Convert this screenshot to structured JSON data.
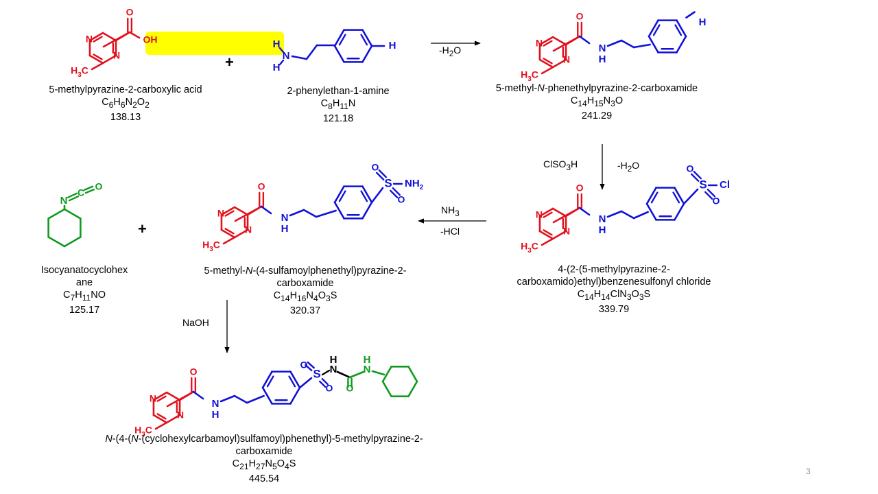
{
  "colors": {
    "red": "#e3101c",
    "blue": "#1010d8",
    "green": "#0e9a1e",
    "highlight": "#ffff00",
    "black": "#000000"
  },
  "compounds": {
    "c1": {
      "name": "5-methylpyrazine-2-carboxylic acid",
      "formula": "C<sub>6</sub>H<sub>6</sub>N<sub>2</sub>O<sub>2</sub>",
      "mw": "138.13"
    },
    "c2": {
      "name": "2-phenylethan-1-amine",
      "formula": "C<sub>8</sub>H<sub>11</sub>N",
      "mw": "121.18"
    },
    "c3": {
      "name": "5-methyl-<i>N</i>-phenethylpyrazine-2-carboxamide",
      "formula": "C<sub>14</sub>H<sub>15</sub>N<sub>3</sub>O",
      "mw": "241.29"
    },
    "c4": {
      "name_line1": "4-(2-(5-methylpyrazine-2-",
      "name_line2": "carboxamido)ethyl)benzenesulfonyl chloride",
      "formula": "C<sub>14</sub>H<sub>14</sub>ClN<sub>3</sub>O<sub>3</sub>S",
      "mw": "339.79"
    },
    "c5": {
      "name_line1": "5-methyl-<i>N</i>-(4-sulfamoylphenethyl)pyrazine-2-",
      "name_line2": "carboxamide",
      "formula": "C<sub>14</sub>H<sub>16</sub>N<sub>4</sub>O<sub>3</sub>S",
      "mw": "320.37"
    },
    "c6": {
      "name_line1": "Isocyanatocyclohex",
      "name_line2": "ane",
      "formula": "C<sub>7</sub>H<sub>11</sub>NO",
      "mw": "125.17"
    },
    "c7": {
      "name_line1": "<i>N</i>-(4-(<i>N</i>-(cyclohexylcarbamoyl)sulfamoyl)phenethyl)-5-methylpyrazine-2-",
      "name_line2": "carboxamide",
      "formula": "C<sub>21</sub>H<sub>27</sub>N<sub>5</sub>O<sub>4</sub>S",
      "mw": "445.54"
    }
  },
  "conditions": {
    "step1": "-H<sub>2</sub>O",
    "step2_reagent": "ClSO<sub>3</sub>H",
    "step2_byproduct": "-H<sub>2</sub>O",
    "step3_reagent": "NH<sub>3</sub>",
    "step3_byproduct": "-HCl",
    "step4_reagent": "NaOH"
  },
  "atom_labels": {
    "h3c": "H<tspan baseline-shift=\"sub\" font-size=\"10\">3</tspan>C",
    "n": "N",
    "o": "O",
    "oh": "OH",
    "h": "H",
    "nh": "NH",
    "s": "S",
    "cl": "Cl",
    "nh2": "NH<tspan baseline-shift=\"sub\" font-size=\"10\">2</tspan>",
    "c": "C"
  },
  "plus_sign": "+",
  "page_number": "3"
}
